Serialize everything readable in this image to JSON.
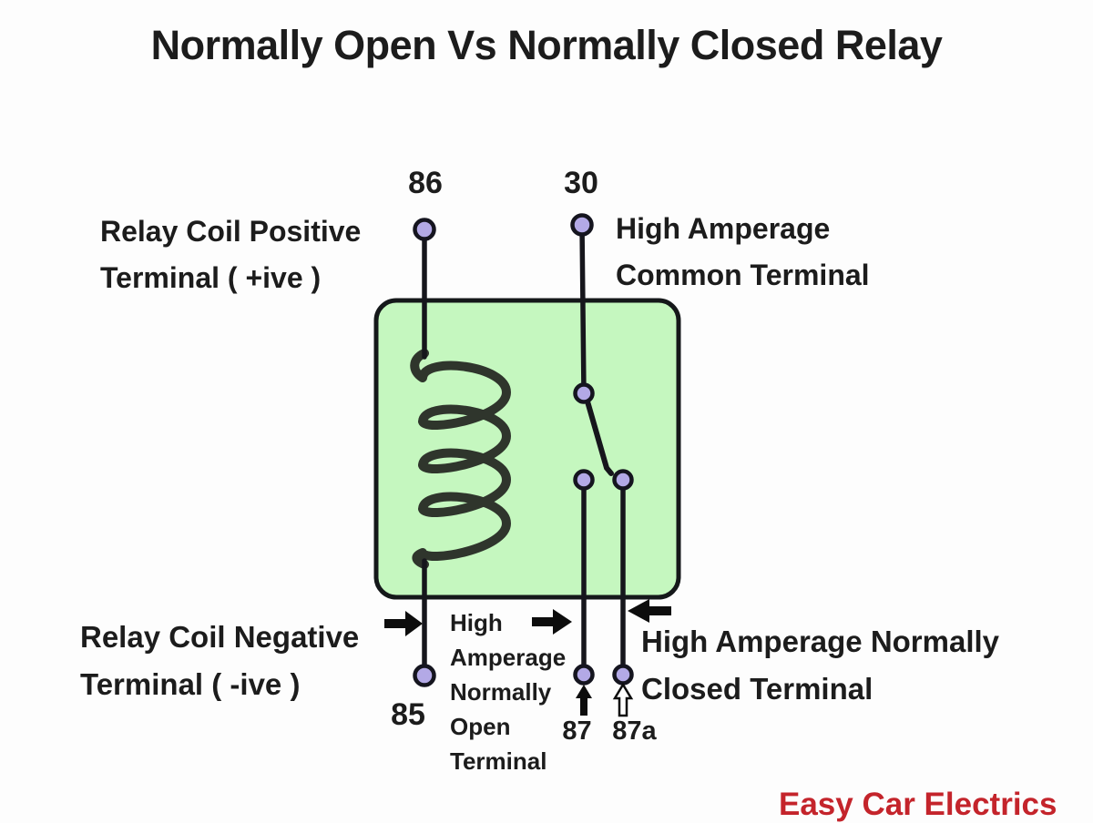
{
  "title": "Normally Open Vs Normally Closed Relay",
  "diagram": {
    "terminal_ids": {
      "coil_positive": "86",
      "common": "30",
      "coil_negative": "85",
      "normally_open": "87",
      "normally_closed": "87a"
    },
    "labels": {
      "coil_positive": [
        "Relay Coil Positive",
        "Terminal ( +ive )"
      ],
      "common": [
        "High Amperage",
        "Common Terminal"
      ],
      "coil_negative": [
        "Relay Coil Negative",
        "Terminal ( -ive )"
      ],
      "normally_open": [
        "High",
        "Amperage",
        "Normally",
        "Open",
        "Terminal"
      ],
      "normally_closed": [
        "High Amperage Normally",
        "Closed Terminal"
      ]
    },
    "icons": {
      "pointer_coil_negative": "arrow-right-icon",
      "pointer_normally_open": "arrow-right-icon",
      "pointer_normally_closed": "arrow-left-icon",
      "marker_87": "arrow-up-solid-icon",
      "marker_87a": "arrow-up-outline-icon"
    },
    "colors": {
      "background": "#fdfdfd",
      "text": "#1c1c1c",
      "relay_body_fill": "#c5f7bf",
      "relay_body_border": "#15181a",
      "terminal_dot_fill": "#b3a9e6",
      "wire": "#16161c",
      "coil": "#2f352c",
      "arrow": "#0d0d0d",
      "brand_red": "#c4242b"
    }
  },
  "brand": "Easy Car Electrics"
}
